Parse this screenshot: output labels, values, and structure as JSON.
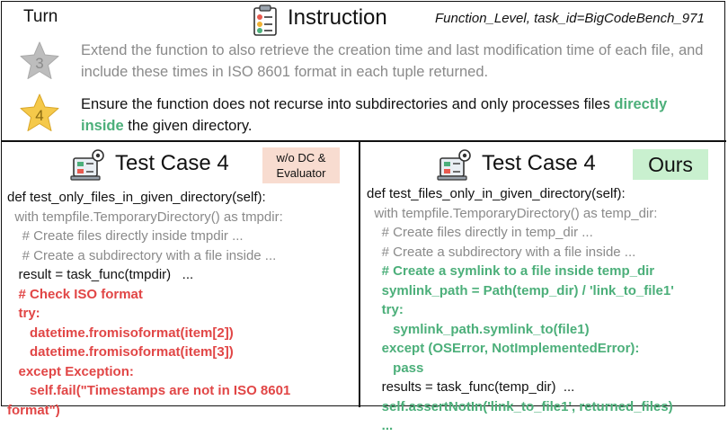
{
  "header": {
    "turn_label": "Turn",
    "instruction_title": "Instruction",
    "meta": "Function_Level, task_id=BigCodeBench_971"
  },
  "turns": [
    {
      "number": "3",
      "star_color": "#bdbdbd",
      "text": "Extend the function to also retrieve the creation time and last modification time of each file, and include these times in ISO 8601 format  in each tuple returned."
    },
    {
      "number": "4",
      "star_color": "#f5c94a",
      "text_before": "Ensure the function does not recurse into subdirectories and only processes files ",
      "text_highlight": "directly inside",
      "text_after": " the given directory."
    }
  ],
  "left_panel": {
    "title": "Test Case 4",
    "badge_line1": "w/o DC &",
    "badge_line2": "Evaluator",
    "badge_color": "#f8dcd0",
    "code": [
      {
        "text": "def test_only_files_in_given_directory(self):",
        "style": "black"
      },
      {
        "text": "  with tempfile.TemporaryDirectory() as tmpdir:",
        "style": "gray"
      },
      {
        "text": "    # Create files directly inside tmpdir ...",
        "style": "gray"
      },
      {
        "text": "    # Create a subdirectory with a file inside ...",
        "style": "gray"
      },
      {
        "text": "   result = task_func(tmpdir)   ...",
        "style": "black"
      },
      {
        "text": "   # Check ISO format",
        "style": "red"
      },
      {
        "text": "   try:",
        "style": "red"
      },
      {
        "text": "      datetime.fromisoformat(item[2])",
        "style": "red"
      },
      {
        "text": "      datetime.fromisoformat(item[3])",
        "style": "red"
      },
      {
        "text": "   except Exception:",
        "style": "red"
      },
      {
        "text": "      self.fail(\"Timestamps are not in ISO 8601",
        "style": "red"
      },
      {
        "text": "format\")",
        "style": "red"
      }
    ]
  },
  "right_panel": {
    "title": "Test Case 4",
    "badge": "Ours",
    "badge_color": "#c9f0cf",
    "code": [
      {
        "text": "def test_files_only_in_given_directory(self):",
        "style": "black"
      },
      {
        "text": "  with tempfile.TemporaryDirectory() as temp_dir:",
        "style": "gray"
      },
      {
        "text": "    # Create files directly in temp_dir ...",
        "style": "gray"
      },
      {
        "text": "    # Create a subdirectory with a file inside ...",
        "style": "gray"
      },
      {
        "text": "    # Create a symlink to a file inside temp_dir",
        "style": "green"
      },
      {
        "text": "    symlink_path = Path(temp_dir) / 'link_to_file1'",
        "style": "green"
      },
      {
        "text": "    try:",
        "style": "green"
      },
      {
        "text": "       symlink_path.symlink_to(file1)",
        "style": "green"
      },
      {
        "text": "    except (OSError, NotImplementedError):",
        "style": "green"
      },
      {
        "text": "       pass",
        "style": "green"
      },
      {
        "text": "    results = task_func(temp_dir)  ...",
        "style": "black"
      },
      {
        "text": "    self.assertNotIn('link_to_file1', returned_files)",
        "style": "green"
      },
      {
        "text": "    ...",
        "style": "green"
      }
    ]
  },
  "colors": {
    "red": "#e14646",
    "green": "#4caf7a",
    "gray": "#8a8a8a"
  },
  "icons": [
    "clipboard-list-icon",
    "gear-laptop-icon",
    "star-icon"
  ]
}
